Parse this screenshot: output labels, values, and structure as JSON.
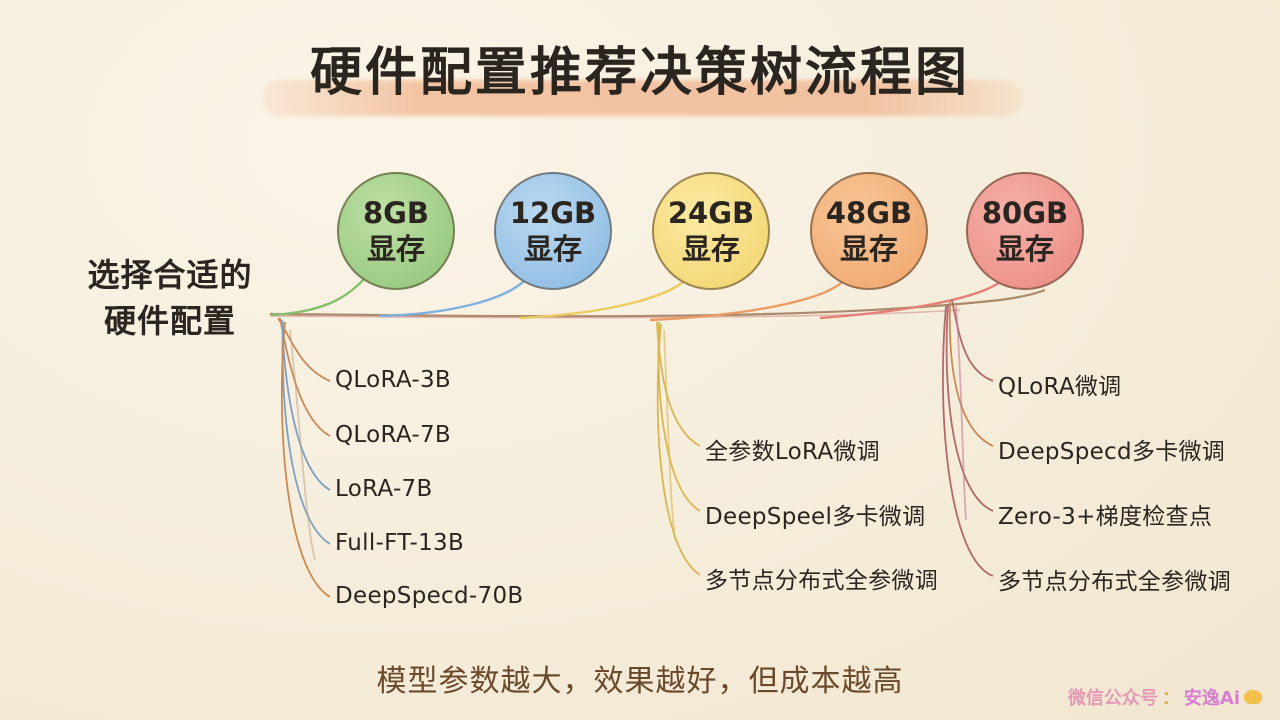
{
  "title": "硬件配置推荐决策树流程图",
  "root": {
    "line1": "选择合适的",
    "line2": "硬件配置"
  },
  "memory_options": [
    {
      "size": "8GB",
      "label": "显存",
      "color": "#9fcd87"
    },
    {
      "size": "12GB",
      "label": "显存",
      "color": "#95c2e8"
    },
    {
      "size": "24GB",
      "label": "显存",
      "color": "#f5dc7a"
    },
    {
      "size": "48GB",
      "label": "显存",
      "color": "#f2b27c"
    },
    {
      "size": "80GB",
      "label": "显存",
      "color": "#ee9890"
    }
  ],
  "branches": {
    "left": [
      "QLoRA-3B",
      "QLoRA-7B",
      "LoRA-7B",
      "Full-FT-13B",
      "DeepSpecd-70B"
    ],
    "middle": [
      "全参数LoRA微调",
      "DeepSpeel多卡微调",
      "多节点分布式全参微调"
    ],
    "right": [
      "QLoRA微调",
      "DeepSpecd多卡微调",
      "Zero-3+梯度检查点",
      "多节点分布式全参微调"
    ]
  },
  "footer_note": "模型参数越大，效果越好，但成本越高",
  "watermark": {
    "prefix": "微信公众号",
    "separator": "：",
    "brand": "安逸Ai"
  }
}
